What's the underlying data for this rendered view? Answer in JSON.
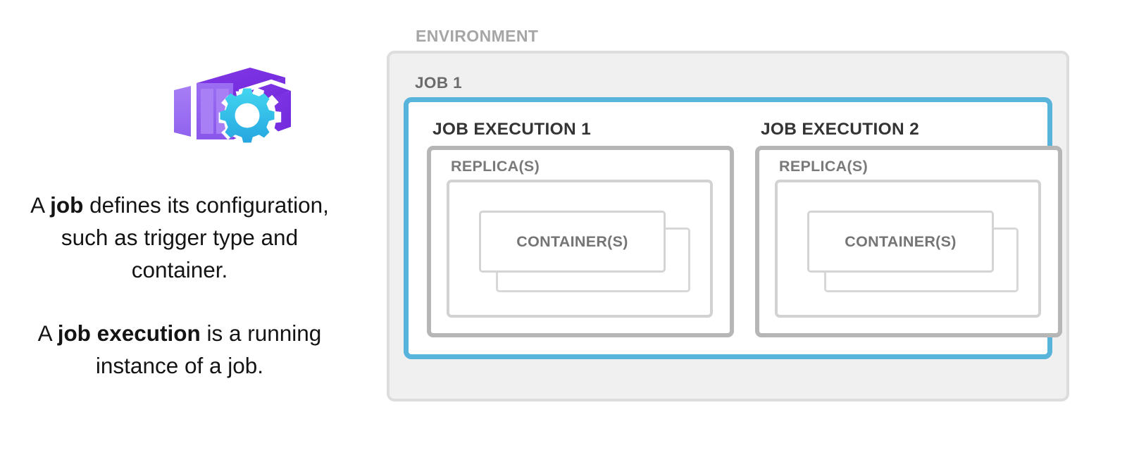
{
  "left": {
    "icon_name": "container-app-job-icon",
    "paragraph_1": {
      "lead": "A ",
      "strong": "job",
      "tail": " defines its configuration, such as trigger type and container."
    },
    "paragraph_2": {
      "lead": "A ",
      "strong": "job execution",
      "tail": " is a running instance of a job."
    }
  },
  "diagram": {
    "environment_label": "ENVIRONMENT",
    "job_label": "JOB 1",
    "job_executions": [
      {
        "label": "JOB EXECUTION 1",
        "replicas_label": "REPLICA(S)",
        "container_label": "CONTAINER(S)"
      },
      {
        "label": "JOB EXECUTION 2",
        "replicas_label": "REPLICA(S)",
        "container_label": "CONTAINER(S)"
      }
    ]
  },
  "colors": {
    "accent_blue": "#58b4da",
    "environment_fill": "#f0f0f0",
    "environment_border": "#dddddd",
    "job_execution_border": "#b6b6b6",
    "replicas_border": "#d2d2d2",
    "container_border": "#d4d4d4",
    "icon_purple_light": "#a079f2",
    "icon_purple_dark": "#7a33e0",
    "icon_gear_cyan": "#32c2e8",
    "environment_label_text": "#a6a6a6",
    "job_label_text": "#6b6b6b",
    "job_execution_label_text": "#343434",
    "replicas_label_text": "#7a7a7a",
    "container_label_text": "#757575",
    "body_text": "#141414"
  }
}
